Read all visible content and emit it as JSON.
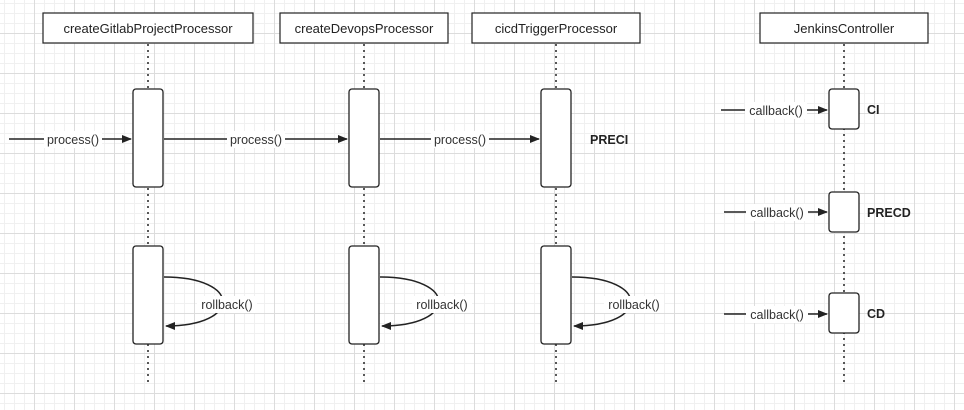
{
  "participants": {
    "gitlab": "createGitlabProjectProcessor",
    "devops": "createDevopsProcessor",
    "cicd": "cicdTriggerProcessor",
    "jenkins": "JenkinsController"
  },
  "messages": {
    "process_1": "process()",
    "process_2": "process()",
    "process_3": "process()",
    "rollback_1": "rollback()",
    "rollback_2": "rollback()",
    "rollback_3": "rollback()",
    "callback_ci": "callback()",
    "callback_precd": "callback()",
    "callback_cd": "callback()"
  },
  "states": {
    "preci": "PRECI",
    "ci": "CI",
    "precd": "PRECD",
    "cd": "CD"
  },
  "colors": {
    "line": "#222222",
    "grid": "#dcdcdc",
    "box_fill": "#ffffff"
  }
}
